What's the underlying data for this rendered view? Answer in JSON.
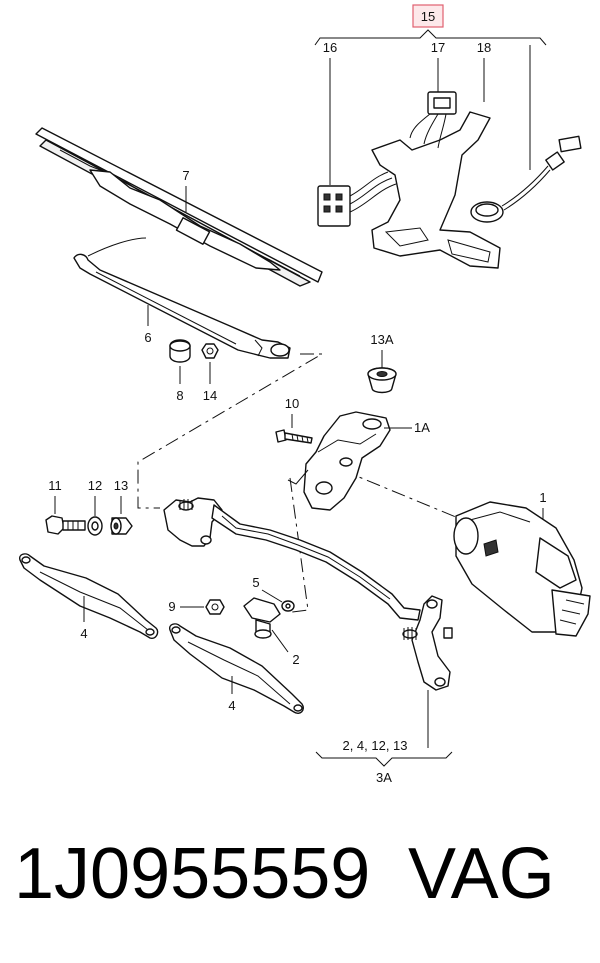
{
  "callouts": {
    "c15": "15",
    "c16": "16",
    "c17": "17",
    "c18": "18",
    "c7": "7",
    "c6": "6",
    "c8": "8",
    "c14": "14",
    "c13A": "13A",
    "c10": "10",
    "c1A": "1A",
    "c1": "1",
    "c11": "11",
    "c12": "12",
    "c13": "13",
    "c4a": "4",
    "c5": "5",
    "c9": "9",
    "c2": "2",
    "c4b": "4",
    "group3A_list": "2, 4, 12, 13",
    "group3A_label": "3A"
  },
  "footer": {
    "part_number": "1J0955559",
    "brand": "VAG"
  },
  "colors": {
    "highlight_box": "#e06070",
    "highlight_fill": "#fde8ea"
  }
}
